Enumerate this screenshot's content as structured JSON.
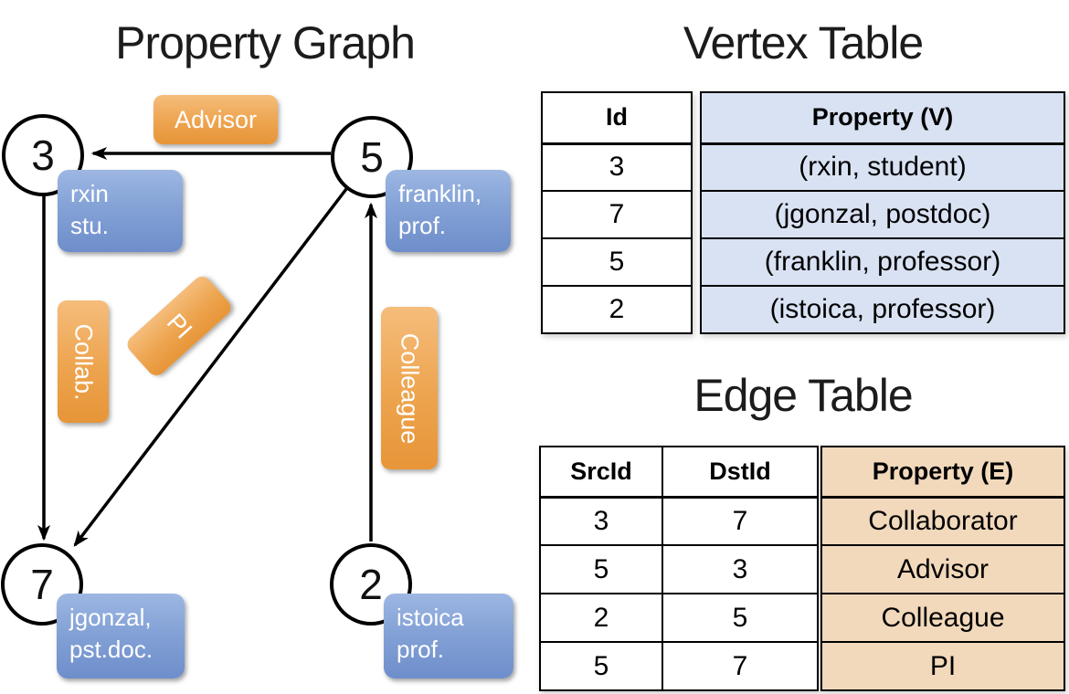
{
  "graph": {
    "title": "Property Graph",
    "nodes": [
      {
        "id": "3",
        "label": "rxin\nstu."
      },
      {
        "id": "5",
        "label": "franklin,\nprof."
      },
      {
        "id": "7",
        "label": "jgonzal,\npst.doc."
      },
      {
        "id": "2",
        "label": "istoica\nprof."
      }
    ],
    "edge_labels": {
      "advisor": "Advisor",
      "collab": "Collab.",
      "pi": "PI",
      "colleague": "Colleague"
    }
  },
  "vertex_table": {
    "title": "Vertex Table",
    "id_header": "Id",
    "property_header": "Property (V)",
    "rows": [
      {
        "id": "3",
        "property": "(rxin, student)"
      },
      {
        "id": "7",
        "property": "(jgonzal, postdoc)"
      },
      {
        "id": "5",
        "property": "(franklin, professor)"
      },
      {
        "id": "2",
        "property": "(istoica, professor)"
      }
    ]
  },
  "edge_table": {
    "title": "Edge Table",
    "src_header": "SrcId",
    "dst_header": "DstId",
    "property_header": "Property (E)",
    "rows": [
      {
        "src": "3",
        "dst": "7",
        "property": "Collaborator"
      },
      {
        "src": "5",
        "dst": "3",
        "property": "Advisor"
      },
      {
        "src": "2",
        "dst": "5",
        "property": "Colleague"
      },
      {
        "src": "5",
        "dst": "7",
        "property": "PI"
      }
    ]
  },
  "colors": {
    "edge_stroke": "#000000",
    "orange_top": "#f5bd7c",
    "orange_bottom": "#e79538",
    "blue_top": "#9db7e3",
    "blue_bottom": "#6e8ecb",
    "vertex_cell_bg": "#d9e2f3",
    "edge_cell_bg": "#f2d9bc"
  }
}
